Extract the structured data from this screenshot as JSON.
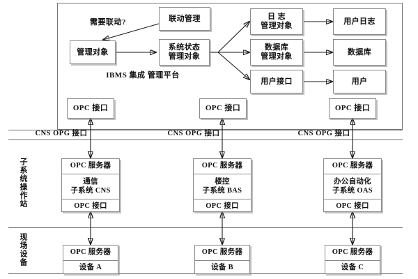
{
  "diagram": {
    "title_label": "IBMS 集成管理平台",
    "platform": {
      "name_line1": "IBMS 集成",
      "name_line2": "管理平台",
      "condition_label": "需要联动?",
      "boxes": {
        "linkage_mgmt": "联动管理",
        "managed_object": "管理对象",
        "system_state_line1": "系统状态",
        "system_state_line2": "管理对象",
        "log_mgmt_line1": "日 志",
        "log_mgmt_line2": "管理对象",
        "db_mgmt_line1": "数据库",
        "db_mgmt_line2": "管理对象",
        "user_interface": "用户接口",
        "user_log": "用户日志",
        "database": "数据库",
        "user": "用户"
      },
      "opc_interface": "OPC 接口"
    },
    "bus_labels": {
      "left": "CNS  OPG  接口",
      "middle": "CNS  OPG  接口",
      "right": "CNS  OPG  接口"
    },
    "bands": {
      "workstation_label": "子系统操作站",
      "field_label": "现场设备"
    },
    "workstations": [
      {
        "server": "OPC 服务器",
        "name_line1": "通信",
        "name_line2": "子系统 CNS",
        "interface": "OPC 接口"
      },
      {
        "server": "OPC 服务器",
        "name_line1": "楼控",
        "name_line2": "子系统 BAS",
        "interface": "OPC 接口"
      },
      {
        "server": "OPC 服务器",
        "name_line1": "办公自动化",
        "name_line2": "子系统 OAS",
        "interface": "OPC 接口"
      }
    ],
    "devices": [
      {
        "server": "OPC 服务器",
        "name": "设备 A"
      },
      {
        "server": "OPC 服务器",
        "name": "设备 B"
      },
      {
        "server": "OPC 服务器",
        "name": "设备 C"
      }
    ],
    "colors": {
      "line": "#1a1a1a",
      "box_border": "#8a8a8a",
      "frame": "#777777",
      "background": "#ffffff"
    }
  }
}
